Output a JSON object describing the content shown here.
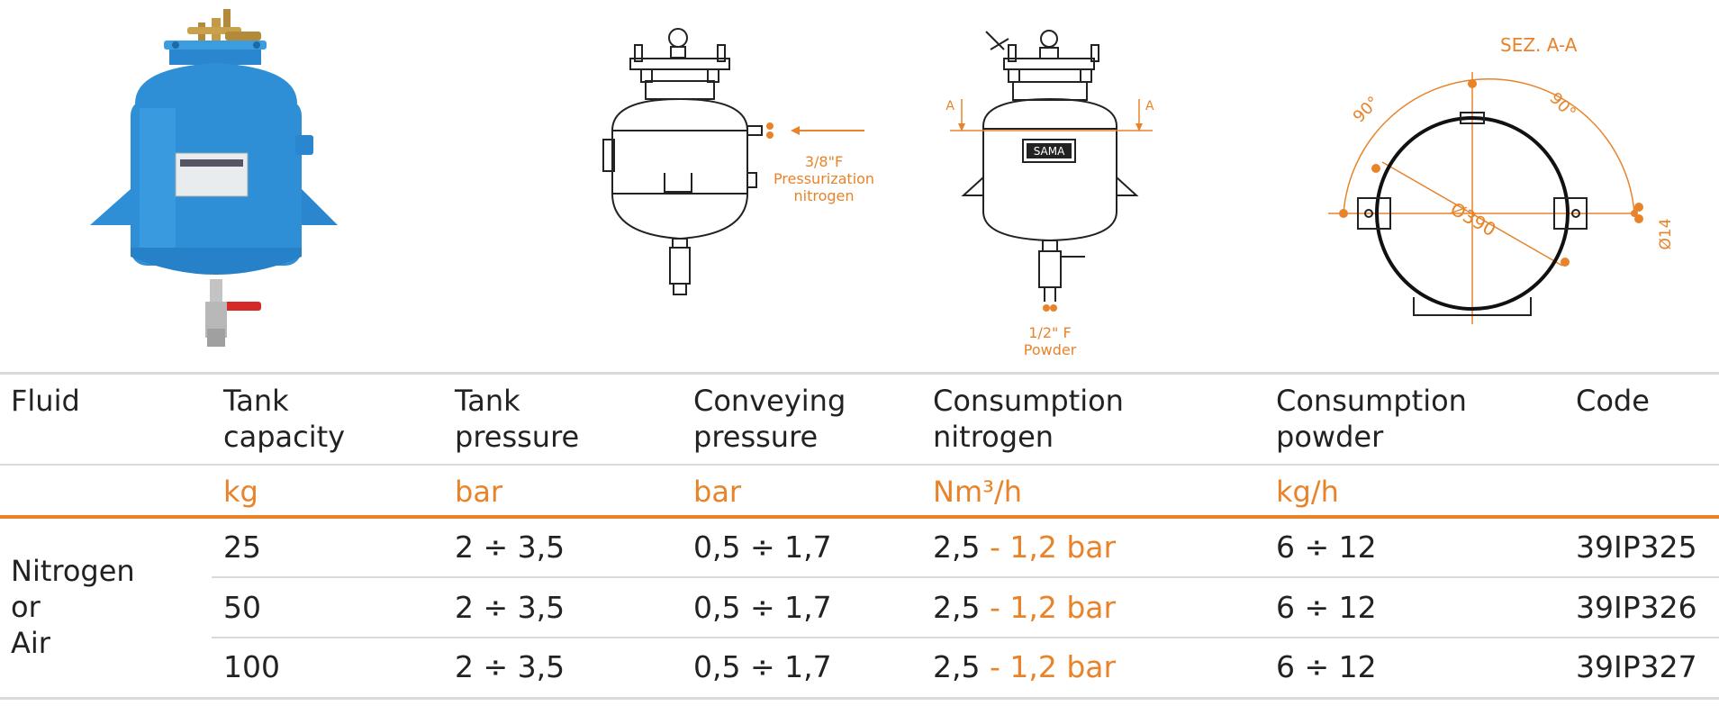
{
  "drawings": {
    "pressurization_label": [
      "3/8\"F",
      "Pressurization",
      "nitrogen"
    ],
    "powder_label": [
      "1/2\" F",
      "Powder"
    ],
    "section_label": "SEZ. A-A",
    "section_mark": "A",
    "angle_left": "90°",
    "angle_right": "90°",
    "diameter": "Ø390",
    "hole_diameter": "Ø14",
    "plate_text": "SAMA"
  },
  "colors": {
    "accent": "#e8832a",
    "tank_blue": "#2e8fd6",
    "line": "#222222"
  },
  "table": {
    "headers": [
      [
        "Fluid"
      ],
      [
        "Tank",
        "capacity"
      ],
      [
        "Tank",
        "pressure"
      ],
      [
        "Conveying",
        "pressure"
      ],
      [
        "Consumption",
        "nitrogen"
      ],
      [
        "Consumption",
        "powder"
      ],
      [
        "Code"
      ]
    ],
    "units": [
      "",
      "kg",
      "bar",
      "bar",
      "Nm³/h",
      "kg/h",
      ""
    ],
    "fluid": [
      "Nitrogen",
      "or",
      "Air"
    ],
    "rows": [
      {
        "capacity": "25",
        "tank_pressure": "2 ÷ 3,5",
        "conveying_pressure": "0,5 ÷ 1,7",
        "nitrogen_value": "2,5",
        "nitrogen_note": " - 1,2 bar",
        "powder": "6 ÷ 12",
        "code": "39IP325"
      },
      {
        "capacity": "50",
        "tank_pressure": "2 ÷ 3,5",
        "conveying_pressure": "0,5 ÷ 1,7",
        "nitrogen_value": "2,5",
        "nitrogen_note": " - 1,2 bar",
        "powder": "6 ÷ 12",
        "code": "39IP326"
      },
      {
        "capacity": "100",
        "tank_pressure": "2 ÷ 3,5",
        "conveying_pressure": "0,5 ÷ 1,7",
        "nitrogen_value": "2,5",
        "nitrogen_note": " - 1,2 bar",
        "powder": "6 ÷ 12",
        "code": "39IP327"
      }
    ]
  }
}
